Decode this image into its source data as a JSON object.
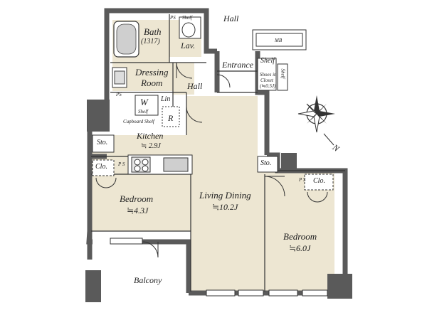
{
  "rooms": {
    "bath": {
      "name": "Bath",
      "size": "(1317)"
    },
    "lav": "Lav.",
    "dressing": {
      "line1": "Dressing",
      "line2": "Room"
    },
    "hall_top": "Hall",
    "hall_mid": "Hall",
    "entrance": "Entrance",
    "kitchen": {
      "name": "Kitchen",
      "area": "≒ 2.9J"
    },
    "bedroom_left": {
      "name": "Bedroom",
      "area": "≒4.3J"
    },
    "living_dining": {
      "name": "Living Dining",
      "area": "≒10.2J"
    },
    "bedroom_right": {
      "name": "Bedroom",
      "area": "≒6.0J"
    },
    "balcony": "Balcony"
  },
  "fixtures": {
    "ps_top": "PS",
    "shelf_top": "Shelf",
    "mb": "MB",
    "shelf_entrance": "Shelf",
    "shelf_vertical": "Shelf",
    "shoes_closet": {
      "line1": "Shoes in",
      "line2": "Closet",
      "line3": "(≒0.5J)"
    },
    "lin": "Lin",
    "ps_left": "PS",
    "washer": "W",
    "shelf_small": "Shelf",
    "fridge": "R",
    "cupboard_shelf": "Cupboard Shelf",
    "sto_kitchen": "Sto.",
    "sto_living": "Sto.",
    "clo_left": "Clo.",
    "clo_right": "Clo.",
    "ps_kitchen": "P S",
    "ps_right": "P S"
  },
  "compass": {
    "north": "N"
  },
  "colors": {
    "wall": "#5a5a5a",
    "floor": "#ede6d2",
    "white": "#ffffff",
    "line": "#333333"
  }
}
